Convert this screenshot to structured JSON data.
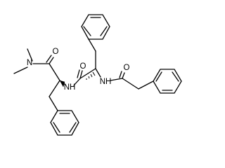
{
  "molecule": {
    "atoms": {
      "n_dimethylamide": "N",
      "o_dimethylamide": "O",
      "n_amide_1": "NH",
      "o_amide_1": "O",
      "n_amide_2": "NH",
      "o_amide_2": "O"
    }
  }
}
